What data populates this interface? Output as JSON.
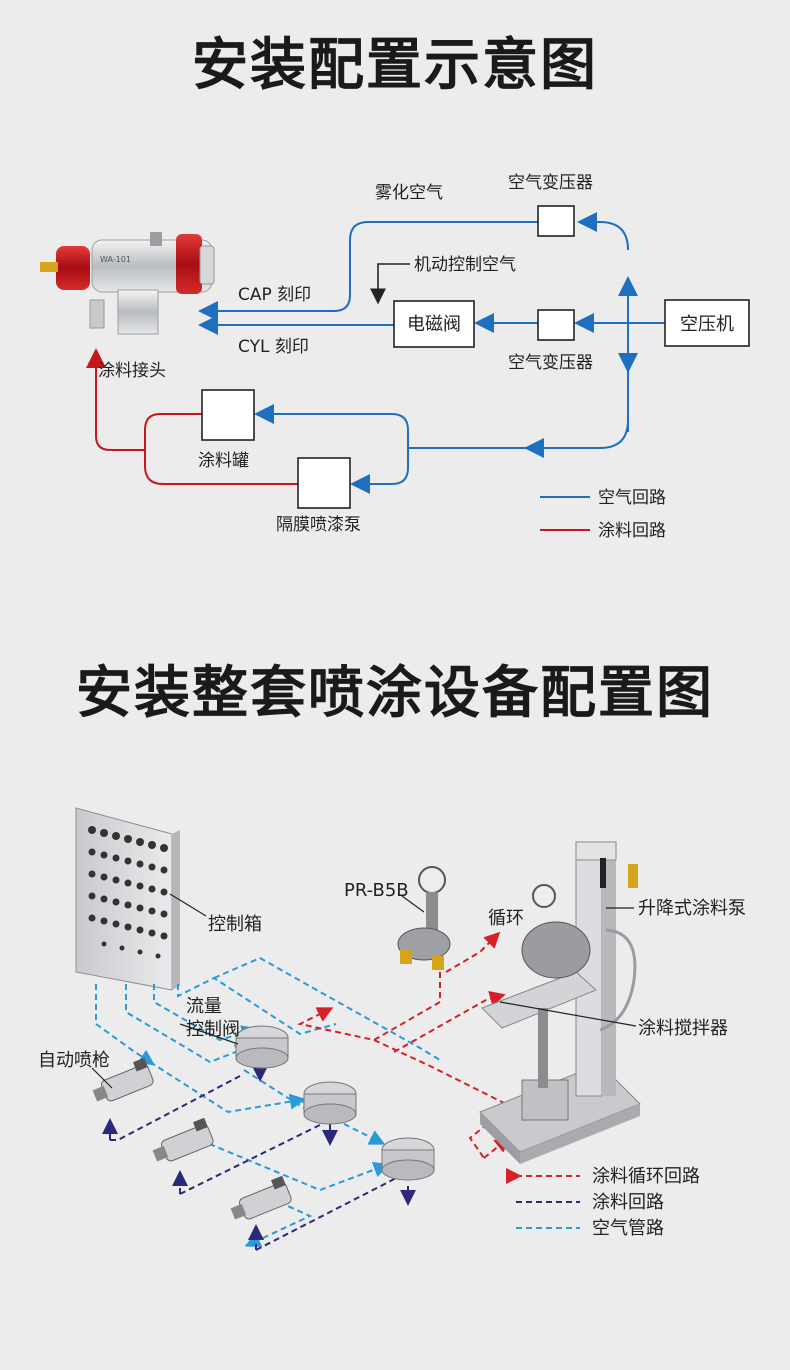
{
  "colors": {
    "air": "#1e6fc0",
    "paint": "#c8161e",
    "paint_circ": "#d81e28",
    "paint_line": "#2b2a7a",
    "air_pipe": "#2a9ad8"
  },
  "top": {
    "title": "安装配置示意图",
    "labels": {
      "atomize_air": "雾化空气",
      "transformer_top": "空气变压器",
      "machine_air": "机动控制空气",
      "cap": "CAP 刻印",
      "cyl": "CYL 刻印",
      "solenoid": "电磁阀",
      "compressor": "空压机",
      "transformer_bottom": "空气变压器",
      "paint_joint": "涂料接头",
      "paint_tank": "涂料罐",
      "pump": "隔膜喷漆泵",
      "gun_model": "WA-101"
    },
    "legend": [
      {
        "label": "空气回路",
        "color": "#1e6fc0"
      },
      {
        "label": "涂料回路",
        "color": "#c8161e"
      }
    ]
  },
  "bottom": {
    "title": "安装整套喷涂设备配置图",
    "labels": {
      "control_box": "控制箱",
      "flow_valve_1": "流量",
      "flow_valve_2": "控制阀",
      "auto_gun": "自动喷枪",
      "pr_b5b": "PR-B5B",
      "circulation": "循环",
      "lift_pump": "升降式涂料泵",
      "mixer": "涂料搅拌器"
    },
    "legend": [
      {
        "label": "涂料循环回路",
        "color": "#d81e28"
      },
      {
        "label": "涂料回路",
        "color": "#2b2a7a"
      },
      {
        "label": "空气管路",
        "color": "#2a9ad8"
      }
    ]
  }
}
